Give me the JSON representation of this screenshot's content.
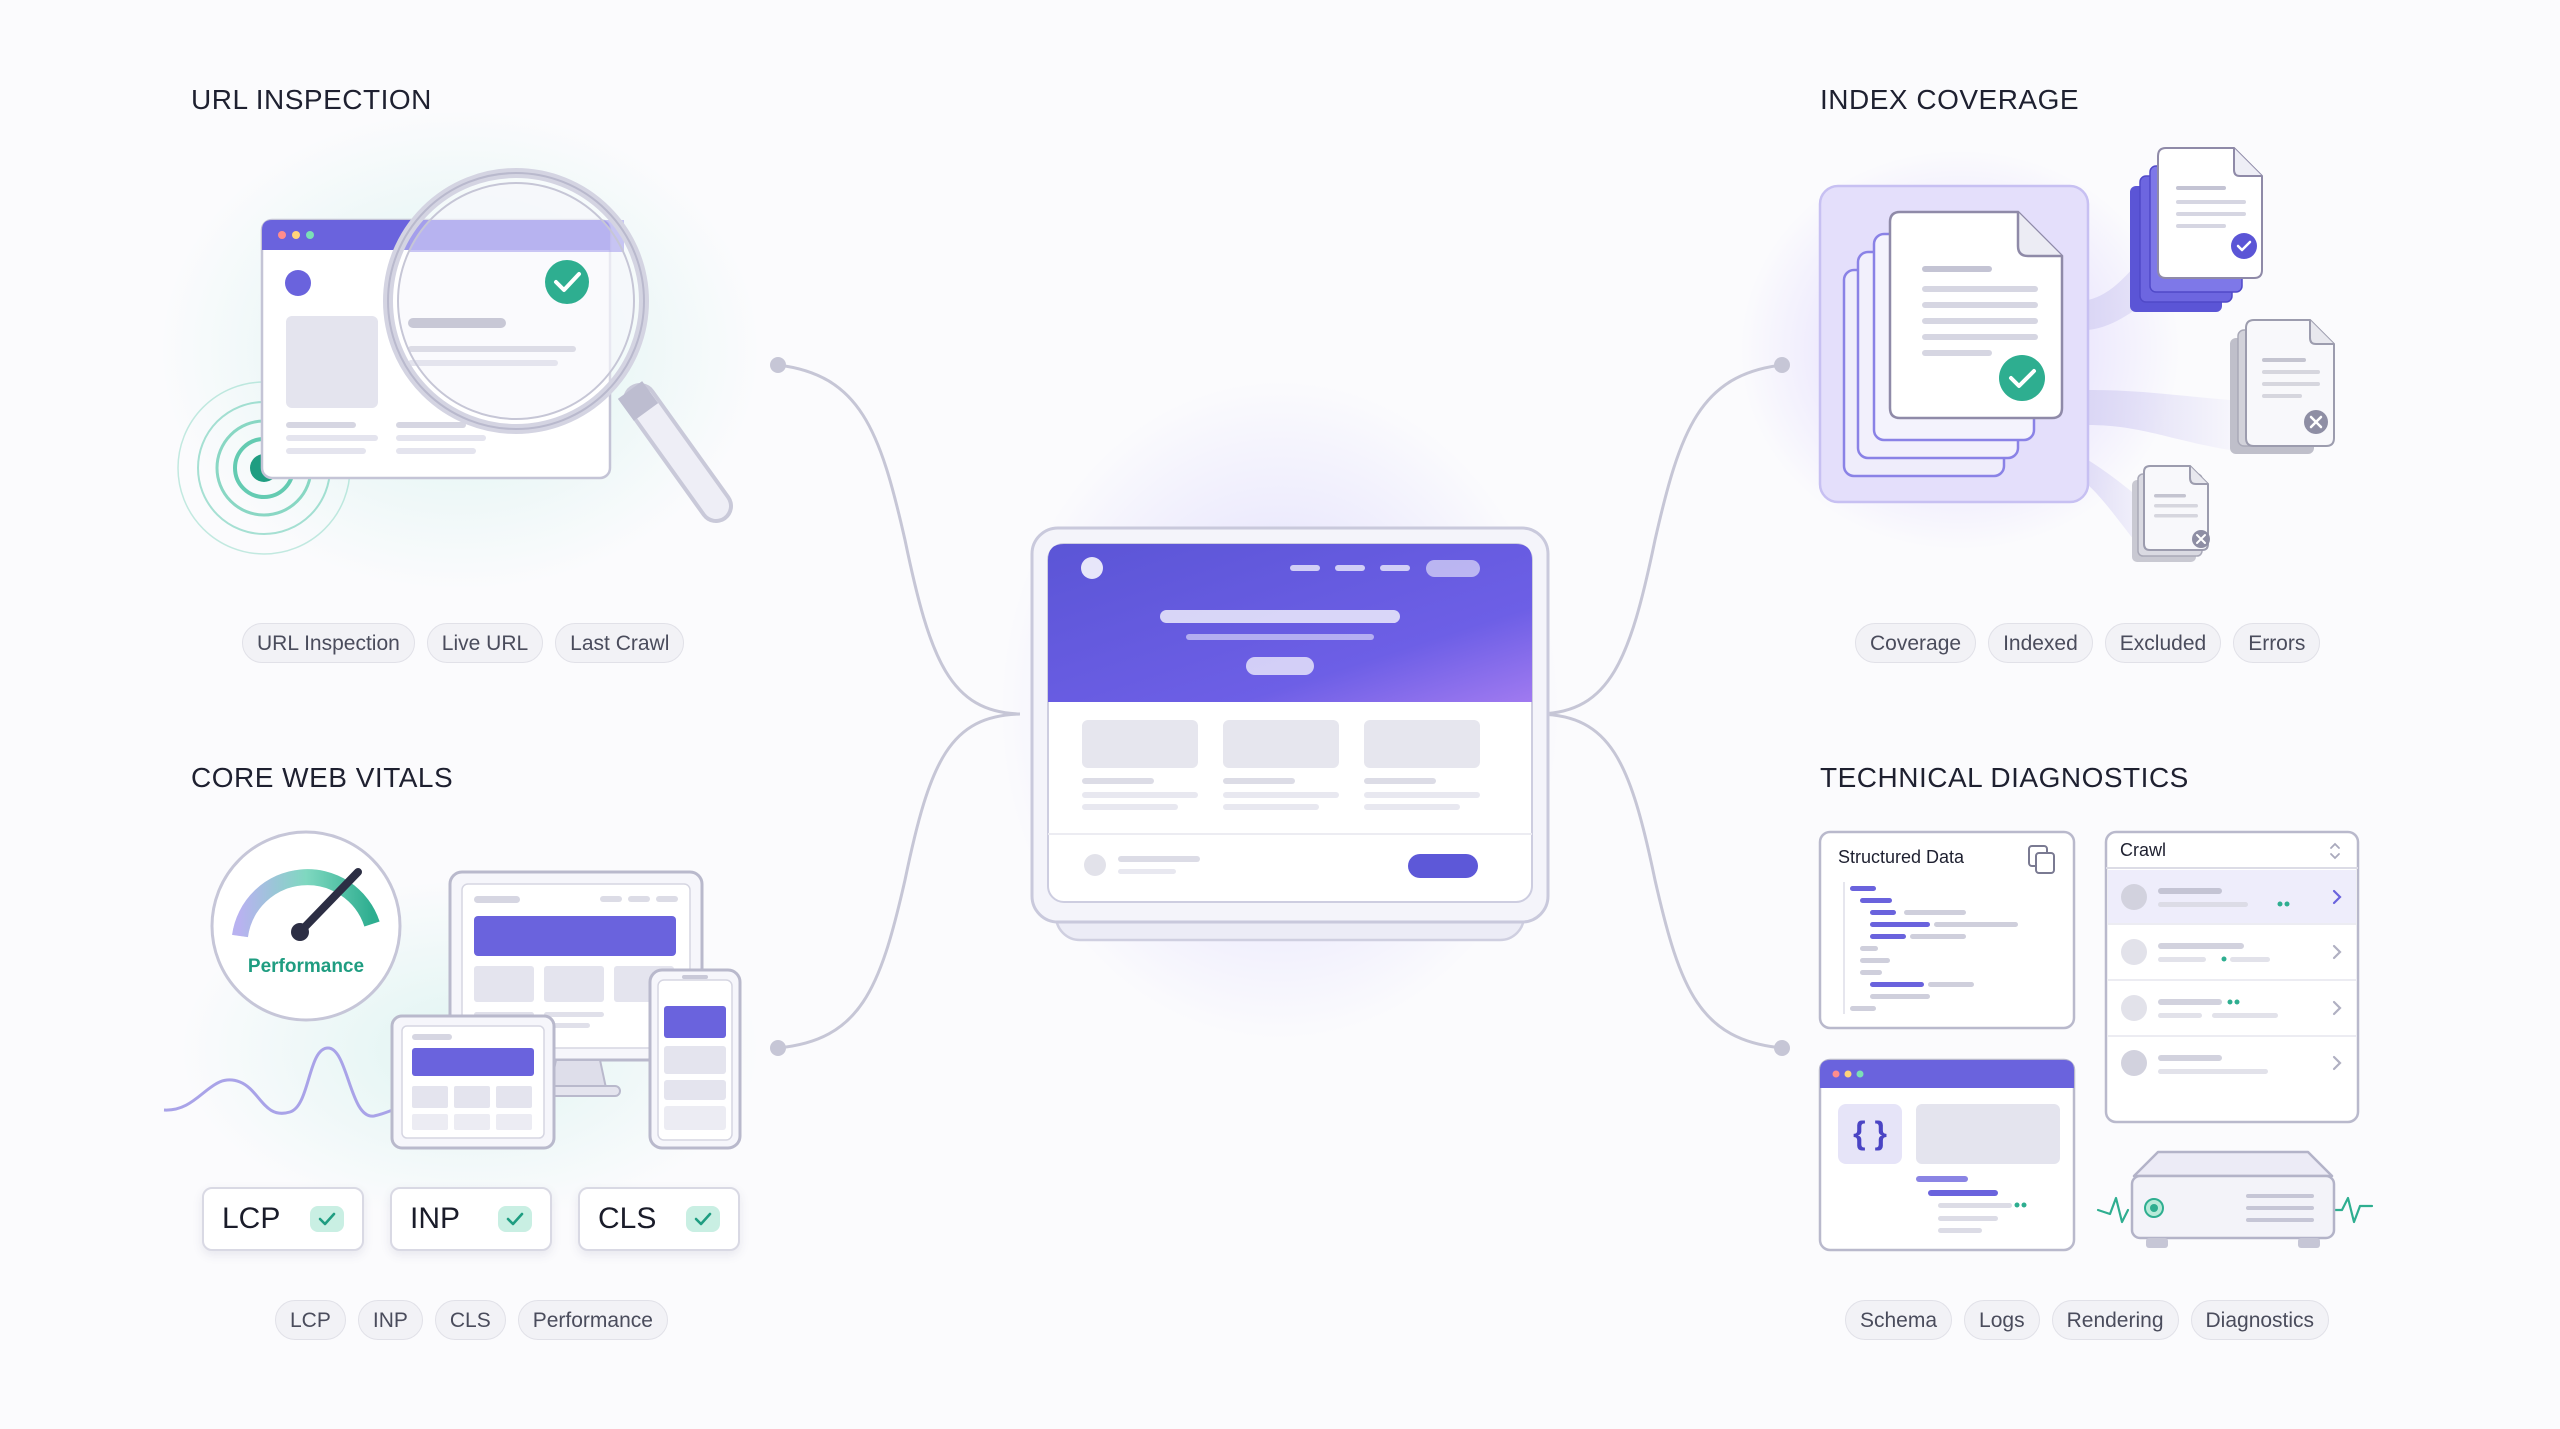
{
  "sections": {
    "url_inspection": {
      "title": "URL INSPECTION",
      "tags": [
        "URL Inspection",
        "Live URL",
        "Last Crawl"
      ]
    },
    "index_coverage": {
      "title": "INDEX COVERAGE",
      "tags": [
        "Coverage",
        "Indexed",
        "Excluded",
        "Errors"
      ]
    },
    "core_web_vitals": {
      "title": "CORE WEB VITALS",
      "gauge_label": "Performance",
      "metrics": [
        "LCP",
        "INP",
        "CLS"
      ],
      "tags": [
        "LCP",
        "INP",
        "CLS",
        "Performance"
      ]
    },
    "technical_diagnostics": {
      "title": "TECHNICAL DIAGNOSTICS",
      "structured_data_title": "Structured Data",
      "crawl_title": "Crawl",
      "code_glyph": "{ }",
      "tags": [
        "Schema",
        "Logs",
        "Rendering",
        "Diagnostics"
      ]
    }
  },
  "colors": {
    "accent_indigo": "#6b63de",
    "accent_teal": "#2eae90",
    "error_gray": "#8e8ea4"
  },
  "icons": [
    "magnifier-icon",
    "check-icon",
    "gauge-icon",
    "document-icon",
    "server-icon",
    "copy-code-icon",
    "chevron-right-icon",
    "sort-arrows-icon"
  ]
}
